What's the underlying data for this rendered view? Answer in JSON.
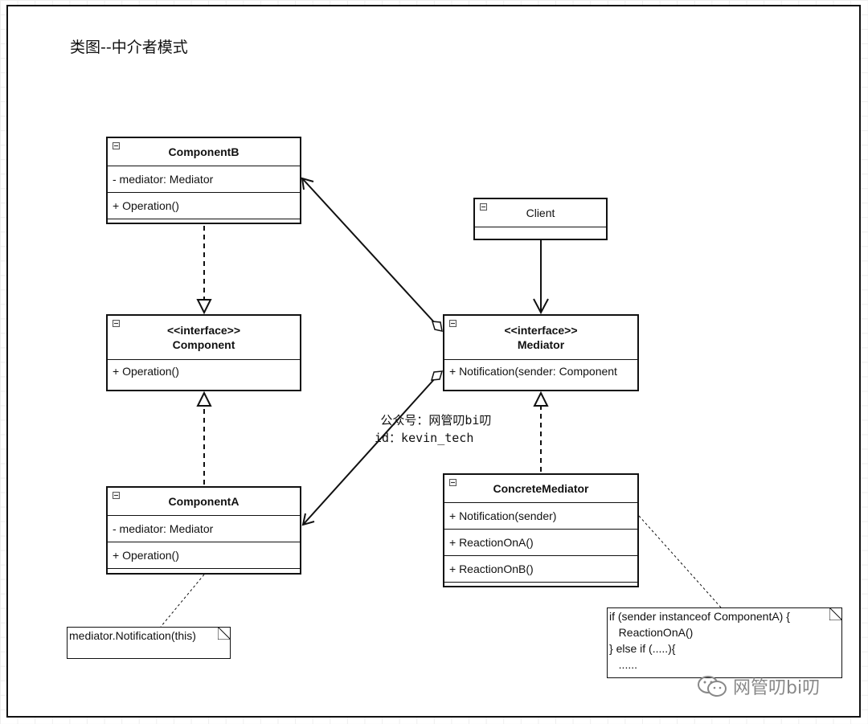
{
  "title": "类图--中介者模式",
  "classes": {
    "componentB": {
      "name": "ComponentB",
      "attributes": [
        "- mediator: Mediator"
      ],
      "methods": [
        "+ Operation()"
      ]
    },
    "component": {
      "stereotype": "<<interface>>",
      "name": "Component",
      "methods": [
        "+ Operation()"
      ]
    },
    "componentA": {
      "name": "ComponentA",
      "attributes": [
        "- mediator: Mediator"
      ],
      "methods": [
        "+ Operation()"
      ]
    },
    "client": {
      "name": "Client"
    },
    "mediator": {
      "stereotype": "<<interface>>",
      "name": "Mediator",
      "methods": [
        "+ Notification(sender: Component"
      ]
    },
    "concreteMediator": {
      "name": "ConcreteMediator",
      "methods": [
        "+ Notification(sender)",
        "+ ReactionOnA()",
        "+ ReactionOnB()"
      ]
    }
  },
  "notes": {
    "componentA_note": "mediator.Notification(this)",
    "concreteMediator_note": [
      "if (sender instanceof ComponentA) {",
      "   ReactionOnA()",
      "} else if (.....){",
      "   ......"
    ]
  },
  "watermark": {
    "line1": "公众号：网管叨bi叨",
    "line2": "id：kevin_tech",
    "brand": "网管叨bi叨",
    "brand_icon": "wechat-icon"
  },
  "colors": {
    "line": "#111111",
    "grid": "#eeeeee",
    "watermark": "#888888"
  }
}
